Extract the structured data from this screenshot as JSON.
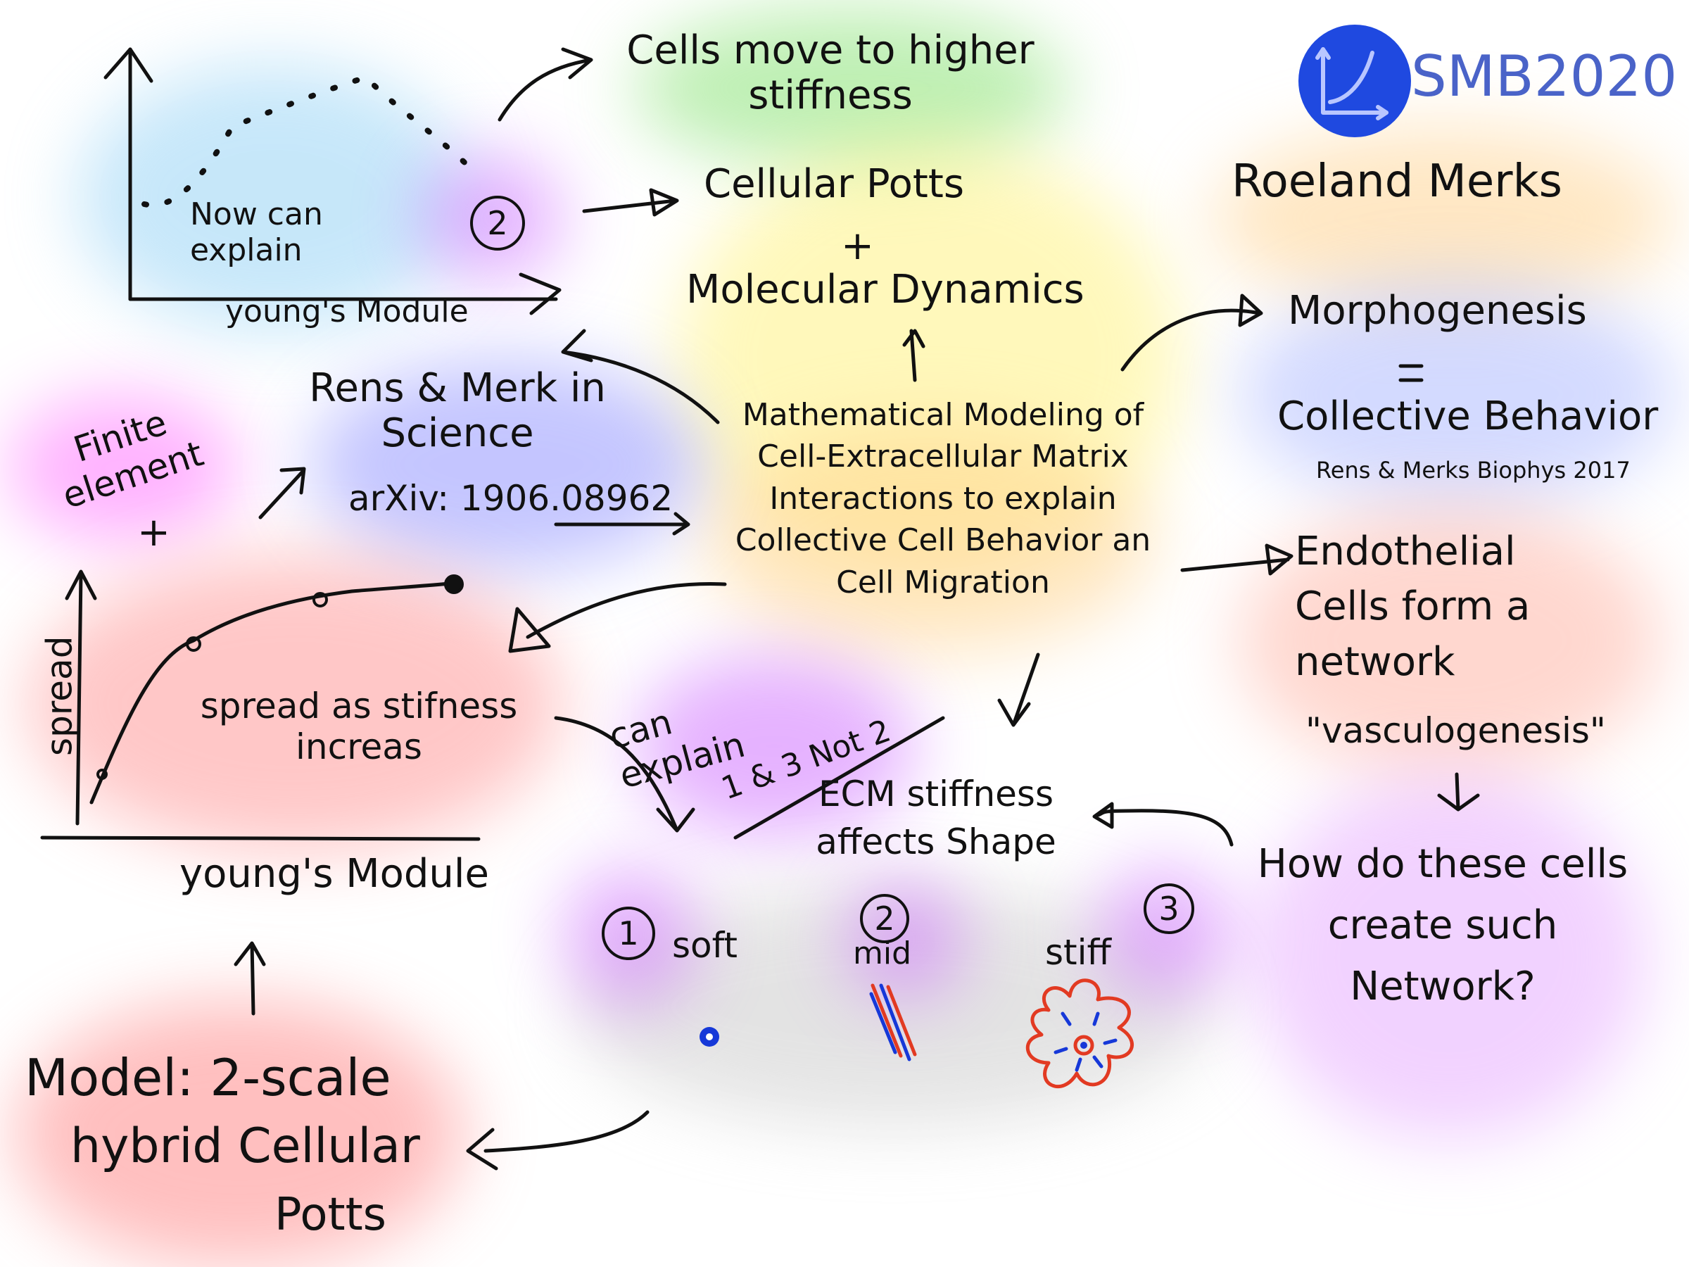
{
  "colors": {
    "ink": "#111111",
    "logo_blue": "#1f49e0",
    "brand_text": "#4a63c8",
    "cell_blue": "#1638d8",
    "cell_red": "#e23a22",
    "glow_blue": "#8fd0f5",
    "glow_purple": "#cc66ff",
    "glow_green": "#7fe06a",
    "glow_yellow": "#fff27a",
    "glow_orange": "#ffd08a",
    "glow_pink": "#ff7a7a",
    "glow_violet": "#8a8dff"
  },
  "header": {
    "brand": "SMB2020",
    "speaker": "Roeland Merks",
    "logo_icon": "chart-logo-icon"
  },
  "top_graph": {
    "annotation": "Now can explain",
    "circled_number": "2",
    "xlabel": "young's Module"
  },
  "center": {
    "cells_move": "Cells move to higher stiffness",
    "cellular_potts": "Cellular Potts",
    "plus": "+",
    "molecular_dynamics": "Molecular Dynamics",
    "title": "Mathematical Modeling of Cell-Extracellular Matrix Interactions to explain Collective Cell Behavior an Cell Migration"
  },
  "reference": {
    "line1": "Rens & Merk in Science",
    "arxiv": "arXiv: 1906.08962"
  },
  "finite_element": {
    "label": "Finite element",
    "plus": "+"
  },
  "right_column": {
    "morphogenesis": "Morphogenesis",
    "equals": "=",
    "collective": "Collective Behavior",
    "citation": "Rens & Merks Biophys 2017",
    "endothelial": "Endothelial Cells form a network",
    "vasculogenesis": "\"vasculogenesis\"",
    "question": "How do these cells create such Network?"
  },
  "spread_graph": {
    "ylabel": "spread",
    "annotation": "spread as stifness increas",
    "xlabel": "young's Module"
  },
  "ecm": {
    "can_explain": "can explain",
    "not": "1 & 3 Not 2",
    "title": "ECM stiffness affects Shape",
    "cases": [
      {
        "number": "1",
        "label": "soft"
      },
      {
        "number": "2",
        "label": "mid"
      },
      {
        "number": "3",
        "label": "stiff"
      }
    ]
  },
  "model": {
    "line1": "Model: 2-scale",
    "line2": "hybrid Cellular",
    "line3": "Potts"
  }
}
